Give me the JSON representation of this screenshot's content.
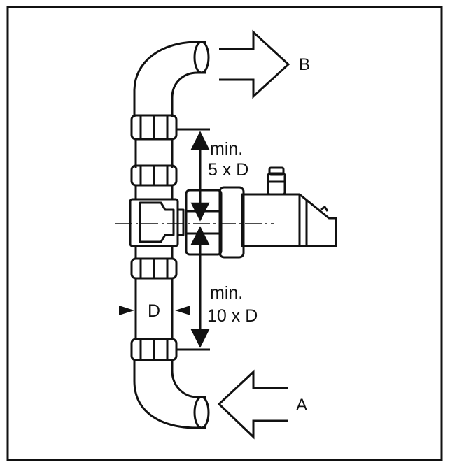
{
  "labels": {
    "outlet": "B",
    "inlet": "A",
    "diameter": "D",
    "upstream_min": "min.",
    "upstream_value": "5 x D",
    "downstream_min": "min.",
    "downstream_value": "10 x D"
  },
  "colors": {
    "stroke": "#111111",
    "background": "#ffffff"
  }
}
